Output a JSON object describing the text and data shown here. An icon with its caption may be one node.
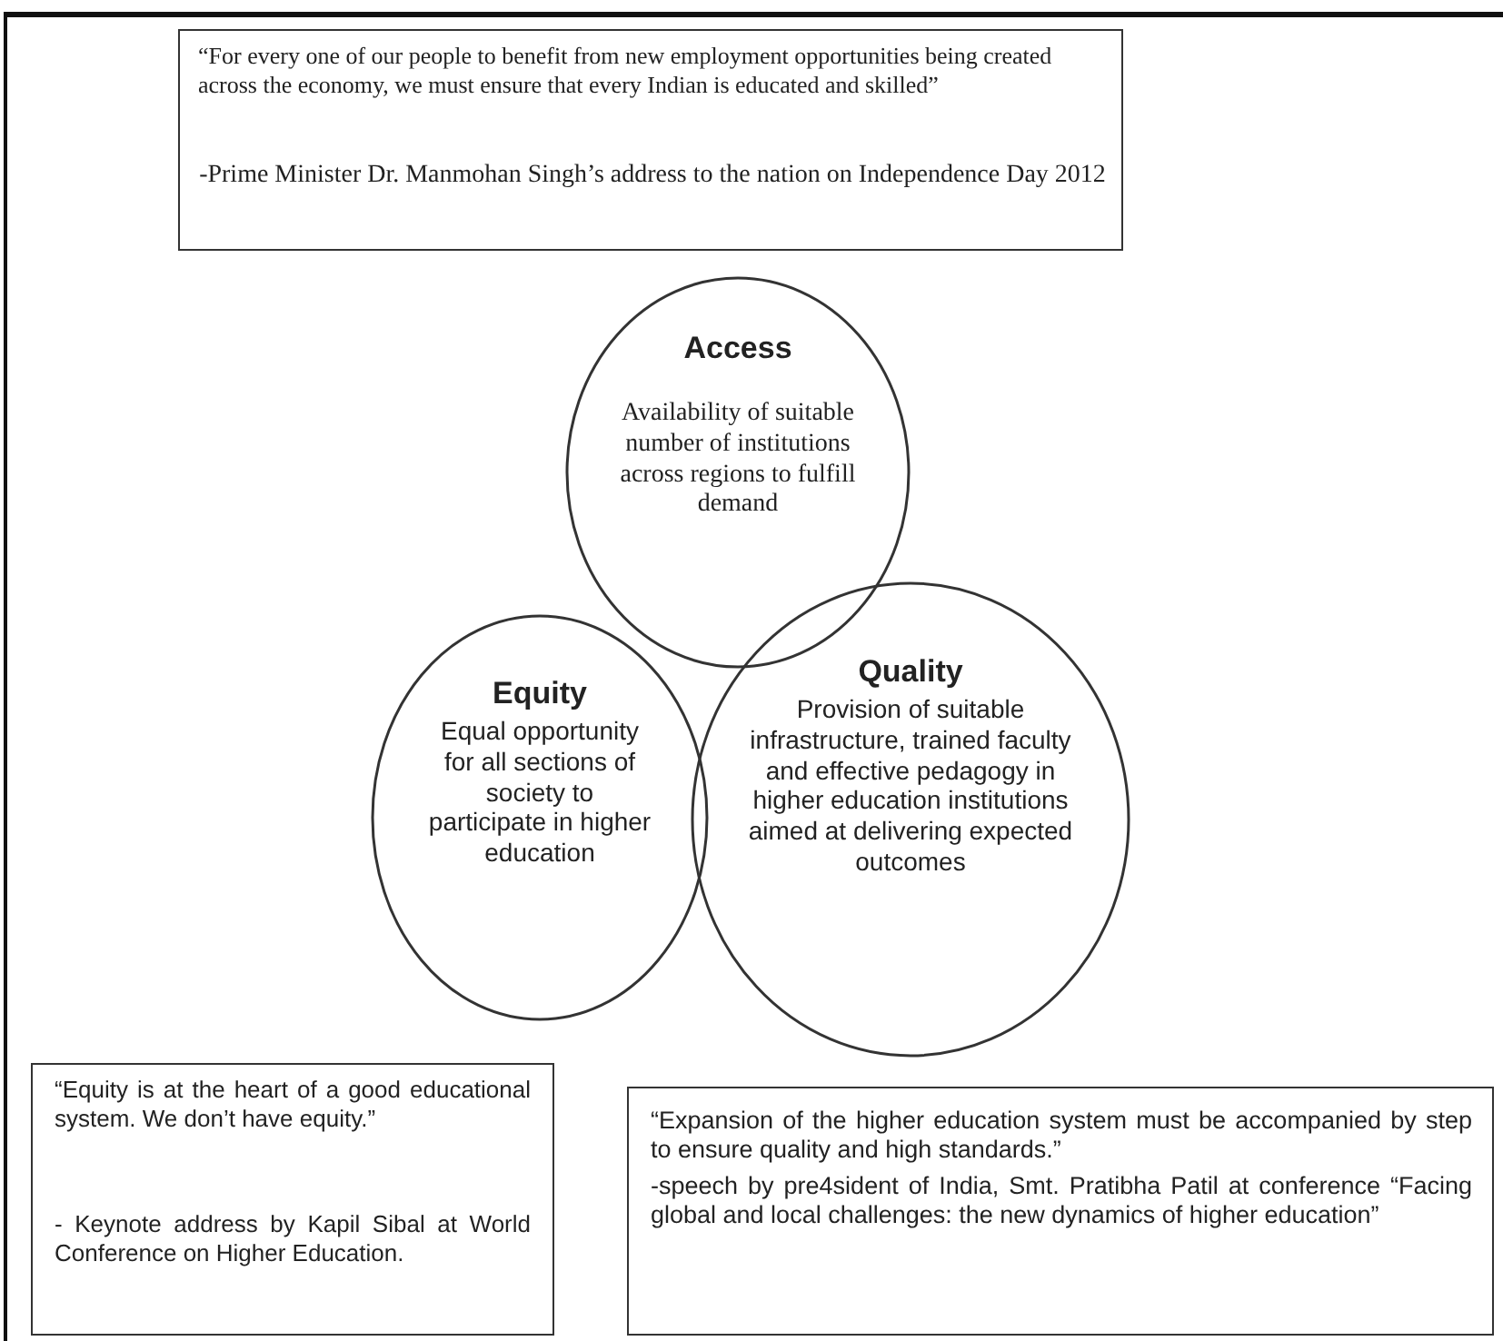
{
  "diagram": {
    "nodes": [
      {
        "text": [
          "“For every one of our people to benefit from new employment opportunities being created across the economy, we must ensure that every Indian is educated and skilled”",
          "-Prime Minister Dr. Manmohan Singh’s address to the nation on Independence Day 2012"
        ]
      },
      {
        "text": [
          "Access",
          "Availability of suitable number of institutions across regions to fulfill demand"
        ]
      },
      {
        "text": [
          "Equity",
          "Equal opportunity for all sections of society to participate in higher education"
        ]
      },
      {
        "text": [
          "Quality",
          "Provision of suitable infrastructure, trained faculty and effective pedagogy in higher education institutions aimed at delivering expected outcomes"
        ]
      },
      {
        "text": [
          "“Equity is at the heart of a good educational system. We don’t have equity.”",
          "- Keynote address by Kapil Sibal at World Conference on Higher Education."
        ]
      },
      {
        "text": [
          "“Expansion of the higher education system must be accompanied by step to ensure quality and high standards.”",
          "-speech by pre4sident of India, Smt. Pratibha Patil at conference “Facing global and local challenges: the new dynamics of higher education”"
        ]
      }
    ],
    "edges": []
  }
}
